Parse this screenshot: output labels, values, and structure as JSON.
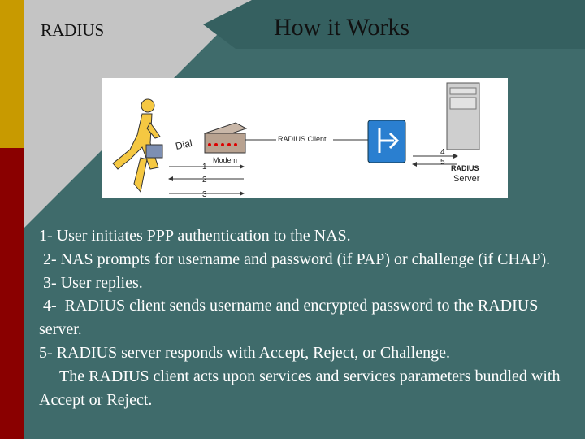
{
  "header": {
    "topic": "RADIUS",
    "title": "How it Works"
  },
  "diagram": {
    "dial_label": "Dial",
    "modem_label": "Modem",
    "radius_client_label": "RADIUS Client",
    "radius_server_label_1": "RADIUS",
    "radius_server_label_2": "Server",
    "step_numbers_left": [
      "1",
      "2",
      "3"
    ],
    "step_numbers_right": [
      "4",
      "5"
    ]
  },
  "steps": [
    "1- User initiates PPP authentication to the NAS.",
    " 2- NAS prompts for username and password (if PAP) or challenge (if CHAP).",
    " 3- User replies.",
    " 4-  RADIUS client sends username and encrypted password to the RADIUS server.",
    "5- RADIUS server responds with Accept, Reject, or Challenge.",
    "     The RADIUS client acts upon services and services parameters bundled with Accept or Reject."
  ],
  "colors": {
    "gold_stripe": "#c89a00",
    "red_stripe": "#8a0000",
    "teal_background": "#3f6b6b",
    "grey_panel": "#c4c4c4"
  }
}
